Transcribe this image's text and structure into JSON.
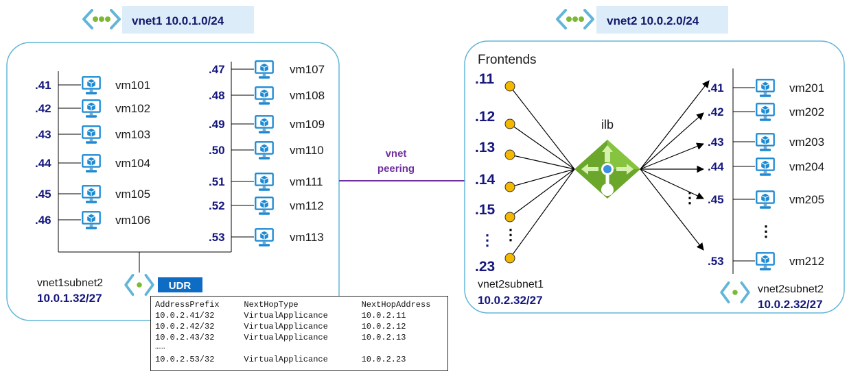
{
  "vnet1": {
    "header": "vnet1 10.0.1.0/24",
    "subnet_name": "vnet1subnet2",
    "subnet_cidr": "10.0.1.32/27",
    "udr_label": "UDR",
    "vms_left": [
      {
        "ip": ".41",
        "name": "vm101"
      },
      {
        "ip": ".42",
        "name": "vm102"
      },
      {
        "ip": ".43",
        "name": "vm103"
      },
      {
        "ip": ".44",
        "name": "vm104"
      },
      {
        "ip": ".45",
        "name": "vm105"
      },
      {
        "ip": ".46",
        "name": "vm106"
      }
    ],
    "vms_right": [
      {
        "ip": ".47",
        "name": "vm107"
      },
      {
        "ip": ".48",
        "name": "vm108"
      },
      {
        "ip": ".49",
        "name": "vm109"
      },
      {
        "ip": ".50",
        "name": "vm110"
      },
      {
        "ip": ".51",
        "name": "vm111"
      },
      {
        "ip": ".52",
        "name": "vm112"
      },
      {
        "ip": ".53",
        "name": "vm113"
      }
    ]
  },
  "peering": {
    "line1": "vnet",
    "line2": "peering"
  },
  "vnet2": {
    "header": "vnet2 10.0.2.0/24",
    "frontends_title": "Frontends",
    "frontend_ips": [
      ".11",
      ".12",
      ".13",
      ".14",
      ".15",
      ".23"
    ],
    "ilb_label": "ilb",
    "subnet1_name": "vnet2subnet1",
    "subnet1_cidr": "10.0.2.32/27",
    "subnet2_name": "vnet2subnet2",
    "subnet2_cidr": "10.0.2.32/27",
    "vms": [
      {
        "ip": ".41",
        "name": "vm201"
      },
      {
        "ip": ".42",
        "name": "vm202"
      },
      {
        "ip": ".43",
        "name": "vm203"
      },
      {
        "ip": ".44",
        "name": "vm204"
      },
      {
        "ip": ".45",
        "name": "vm205"
      },
      {
        "ip": ".53",
        "name": "vm212"
      }
    ]
  },
  "udr_table": {
    "headers": [
      "AddressPrefix",
      "NextHopType",
      "NextHopAddress"
    ],
    "rows": [
      [
        "10.0.2.41/32",
        "VirtualApplicance",
        "10.0.2.11"
      ],
      [
        "10.0.2.42/32",
        "VirtualApplicance",
        "10.0.2.12"
      ],
      [
        "10.0.2.43/32",
        "VirtualApplicance",
        "10.0.2.13"
      ],
      [
        "10.0.2.53/32",
        "VirtualApplicance",
        "10.0.2.23"
      ]
    ],
    "ellipsis": "……"
  },
  "colors": {
    "vnet_border": "#62b5d8",
    "header_bg": "#dcecf9",
    "ip_text": "#15177f",
    "vm_icon": "#1b8ad4",
    "frontend_dot": "#f5b800",
    "peering_line": "#7030a0",
    "udr_badge": "#0f6cc4",
    "ilb_green": "#6aa72a"
  }
}
